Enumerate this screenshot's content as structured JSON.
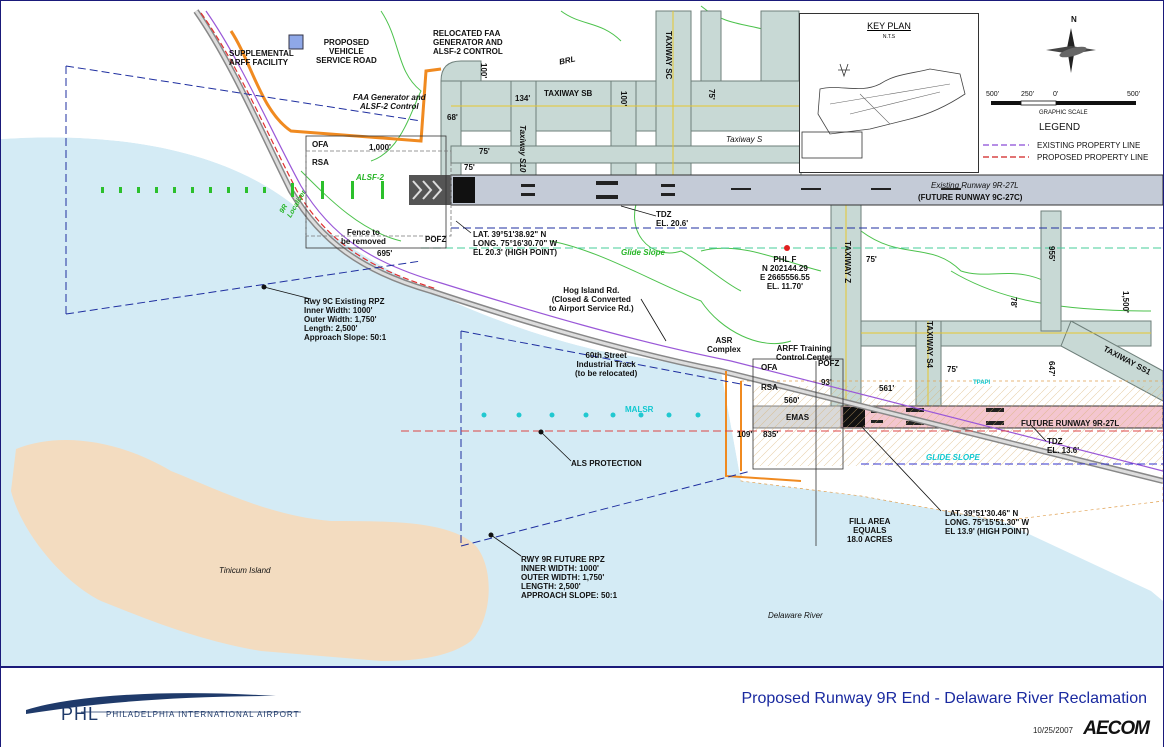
{
  "labels": {
    "supplemental": "SUPPLEMENTAL\nARFF FACILITY",
    "proposed_vsr": "PROPOSED\nVEHICLE\nSERVICE ROAD",
    "relocated_faa": "RELOCATED FAA\nGENERATOR AND\nALSF-2 CONTROL",
    "faa_gen": "FAA Generator and\nALSF-2 Control",
    "taxiway_sb": "TAXIWAY  SB",
    "taxiway_s": "Taxiway S",
    "taxiway_sc": "TAXIWAY  SC",
    "taxiway_s10": "Taxiway S10",
    "taxiway_z": "TAXIWAY  Z",
    "taxiway_s4": "TAXIWAY  S4",
    "taxiway_s5": "TAXIWAY  SS1",
    "brl": "BRL",
    "ofa": "OFA",
    "rsa": "RSA",
    "ofa2": "OFA",
    "rsa2": "RSA",
    "alsf2": "ALSF-2",
    "localizer": "9R\nLocalizer",
    "fence": "Fence to\nbe removed",
    "pofz": "POFZ",
    "pofz2": "POFZ",
    "lat1": "LAT. 39°51'38.92\" N\nLONG. 75°16'30.70\" W\nEL 20.3' (HIGH POINT)",
    "tdz1": "TDZ\nEL. 20.6'",
    "existing_rwy": "Existing Runway 9R-27L",
    "future_rwy1": "(FUTURE RUNWAY 9C-27C)",
    "glide1": "Glide Slope",
    "phlf": "PHL F\nN 202144.29\nE 2665556.55\nEL. 11.70'",
    "rpz9c": "Rwy 9C Existing RPZ\nInner Width: 1000'\nOuter Width: 1,750'\nLength: 2,500'\nApproach Slope: 50:1",
    "hog": "Hog Island Rd.\n(Closed & Converted\nto Airport Service Rd.)",
    "sixty": "60th Street\nIndustrial Track\n(to be relocated)",
    "asr": "ASR\nComplex",
    "arff": "ARFF Training\nControl Center",
    "emas": "EMAS",
    "malsr": "MALSR",
    "future_rwy2": "FUTURE RUNWAY 9R-27L",
    "tdz2": "TDZ\nEL. 13.6'",
    "glide2": "GLIDE SLOPE",
    "als": "ALS PROTECTION",
    "fill": "FILL AREA\nEQUALS\n18.0 ACRES",
    "lat2": "LAT. 39°51'30.46\" N\nLONG. 75°15'51.30\" W\nEL 13.9' (HIGH POINT)",
    "rpz9r": "RWY 9R FUTURE RPZ\nINNER WIDTH: 1000'\nOUTER WIDTH: 1,750'\nLENGTH: 2,500'\nAPPROACH SLOPE: 50:1",
    "tinicum": "Tinicum Island",
    "delaware": "Delaware River",
    "tapi": "TPAPI",
    "d1000": "1,000'",
    "d75a": "75'",
    "d75b": "75'",
    "d695": "695'",
    "d134": "134'",
    "d100a": "100'",
    "d100b": "100'",
    "d75c": "75'",
    "d68": "68'",
    "d75d": "75'",
    "d955": "955'",
    "d1500": "1,500'",
    "d78": "78'",
    "d647": "647'",
    "d561": "561'",
    "d93": "93'",
    "d560": "560'",
    "d109": "109'",
    "d835": "835'",
    "d75e": "75'"
  },
  "keyplan": {
    "title": "KEY PLAN",
    "nts": "N.T.S"
  },
  "legend": {
    "north": "N",
    "scale_0": "0'",
    "scale_left": "500'",
    "scale_250": "250'",
    "scale_500": "500'",
    "scale_caption": "GRAPHIC  SCALE",
    "title": "LEGEND",
    "existing": "EXISTING PROPERTY LINE",
    "proposed": "PROPOSED PROPERTY LINE"
  },
  "title_block": {
    "title": "Proposed Runway 9R End - Delaware River Reclamation",
    "date": "10/25/2007",
    "firm": "AECOM",
    "logo_mark": "PHL",
    "logo_sub": "PHILADELPHIA INTERNATIONAL AIRPORT"
  },
  "colors": {
    "water": "#cfe8f3",
    "sand": "#f3dfc3",
    "runway": "#c5ccd6",
    "taxiway": "#c9d8d4",
    "future_runway": "#f4c6d0",
    "vegetation": "#55c855",
    "orange": "#f08a20",
    "property_existing": "#7a4ad0",
    "property_proposed": "#d02020"
  }
}
